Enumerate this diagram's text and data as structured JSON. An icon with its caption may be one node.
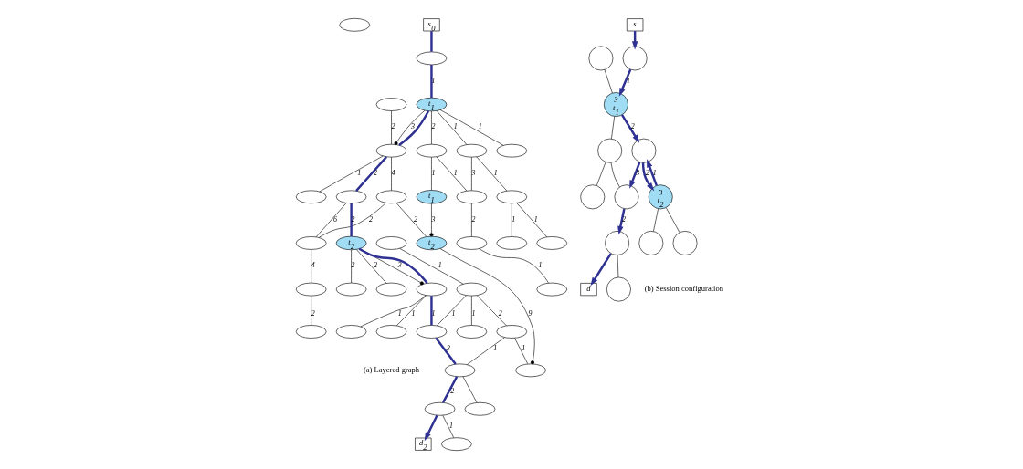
{
  "diagram": {
    "nodes": [
      {
        "text": [
          "s$_{0}$"
        ]
      },
      {
        "text": [],
        "shape": "ellipse"
      },
      {
        "text": [
          "t$_{1}$"
        ]
      },
      {
        "text": [],
        "shape": "ellipse"
      },
      {
        "text": [],
        "shape": "ellipse"
      },
      {
        "text": [
          "t$_{1}$"
        ]
      },
      {
        "text": [],
        "shape": "ellipse"
      },
      {
        "text": [],
        "shape": "ellipse"
      },
      {
        "text": [],
        "shape": "ellipse"
      },
      {
        "text": [],
        "shape": "ellipse"
      },
      {
        "text": [],
        "shape": "ellipse"
      },
      {
        "text": [],
        "shape": "ellipse"
      },
      {
        "text": [],
        "shape": "ellipse"
      },
      {
        "text": [],
        "shape": "ellipse"
      },
      {
        "text": [],
        "shape": "ellipse"
      },
      {
        "text": [
          "t$_{2}$"
        ]
      },
      {
        "text": [],
        "shape": "ellipse"
      },
      {
        "text": [],
        "shape": "ellipse"
      },
      {
        "text": [],
        "shape": "ellipse"
      },
      {
        "text": [],
        "shape": "ellipse"
      },
      {
        "text": [],
        "shape": "ellipse"
      },
      {
        "text": [
          "t$_{2}$"
        ]
      },
      {
        "text": [],
        "shape": "ellipse"
      },
      {
        "text": [],
        "shape": "ellipse"
      },
      {
        "text": [],
        "shape": "ellipse"
      },
      {
        "text": [],
        "shape": "ellipse"
      },
      {
        "text": [],
        "shape": "ellipse"
      },
      {
        "text": [],
        "shape": "ellipse"
      },
      {
        "text": [],
        "shape": "ellipse"
      },
      {
        "text": [],
        "shape": "ellipse"
      },
      {
        "text": [],
        "shape": "ellipse"
      },
      {
        "text": [],
        "shape": "ellipse"
      },
      {
        "text": [],
        "shape": "ellipse"
      },
      {
        "text": [
          "d$_{2}$"
        ]
      },
      {
        "text": [],
        "shape": "ellipse"
      },
      {
        "text": [],
        "shape": "ellipse"
      },
      {
        "text": [],
        "shape": "ellipse"
      },
      {
        "text": [],
        "shape": "ellipse"
      },
      {
        "text": [],
        "shape": "ellipse"
      },
      {
        "text": [],
        "shape": "ellipse"
      },
      {
        "text": [
          "s"
        ]
      },
      {
        "text": [],
        "shape": "circle"
      },
      {
        "text": [],
        "shape": "circle"
      },
      {
        "text": [],
        "shape": "circle"
      },
      {
        "text": [],
        "shape": "circle"
      },
      {
        "text": [
          "3",
          "t$_{1}$"
        ]
      },
      {
        "text": [],
        "shape": "circle"
      },
      {
        "text": [],
        "shape": "circle"
      },
      {
        "text": [],
        "shape": "circle"
      },
      {
        "text": [
          "d"
        ]
      },
      {
        "text": [
          "3",
          "t$_{2}$"
        ]
      },
      {
        "text": [],
        "shape": "circle"
      },
      {
        "text": [],
        "shape": "circle"
      },
      {
        "text": [],
        "shape": "circle"
      }
    ],
    "edges": [
      {
        "from": 0,
        "to": 4,
        "arrow": "none",
        "style": "thick",
        "color": "#2e3192"
      },
      {
        "from": 4,
        "to": 5,
        "arrow": "none",
        "label": "1",
        "style": "thick",
        "color": "#2e3192"
      },
      {
        "from": 5,
        "to": 1,
        "arrow": "none",
        "label": "1"
      },
      {
        "from": 5,
        "to": 3,
        "arrow": "none",
        "label": "2"
      },
      {
        "from": 5,
        "to": 6,
        "arrow": "none",
        "label": "1"
      },
      {
        "from": 3,
        "to": 2,
        "arrow": "none",
        "label": "1"
      },
      {
        "from": 3,
        "to": 7,
        "arrow": "none",
        "label": "1"
      },
      {
        "from": 6,
        "to": 7,
        "arrow": "none",
        "label": "3"
      },
      {
        "from": 6,
        "to": 9,
        "arrow": "none",
        "label": "1"
      },
      {
        "from": 9,
        "to": 11,
        "arrow": "none",
        "label": "1"
      },
      {
        "from": 9,
        "to": 12,
        "arrow": "none",
        "label": "1"
      },
      {
        "from": 7,
        "to": 8,
        "arrow": "none",
        "label": "2"
      },
      {
        "from": 8,
        "to": 10,
        "arrow": "none",
        "label": "1"
      },
      {
        "from": 5,
        "to": 17,
        "arrow": "other",
        "label": "3"
      },
      {
        "from": 5,
        "to": 17,
        "arrow": "none",
        "style": "thick",
        "color": "#2e3192"
      },
      {
        "from": 2,
        "to": 15,
        "arrow": "other",
        "label": "3"
      },
      {
        "from": 16,
        "to": 17,
        "arrow": "none",
        "label": "2"
      },
      {
        "from": 17,
        "to": 13,
        "arrow": "none",
        "label": "1"
      },
      {
        "from": 17,
        "to": 14,
        "arrow": "none",
        "label": "4"
      },
      {
        "from": 17,
        "to": 18,
        "arrow": "none",
        "label": "2",
        "style": "thick",
        "color": "#2e3192"
      },
      {
        "from": 14,
        "to": 15,
        "arrow": "none",
        "label": "2"
      },
      {
        "from": 14,
        "to": 19,
        "arrow": "none",
        "label": "2"
      },
      {
        "from": 18,
        "to": 19,
        "arrow": "none",
        "label": "6"
      },
      {
        "from": 18,
        "to": 21,
        "arrow": "none",
        "label": "2",
        "style": "thick",
        "color": "#2e3192"
      },
      {
        "from": 21,
        "to": 23,
        "arrow": "none",
        "label": "2"
      },
      {
        "from": 21,
        "to": 24,
        "arrow": "none",
        "label": "2"
      },
      {
        "from": 19,
        "to": 20,
        "arrow": "none",
        "label": "4"
      },
      {
        "from": 20,
        "to": 22,
        "arrow": "none",
        "label": "2"
      },
      {
        "from": 15,
        "to": 27,
        "arrow": "other",
        "label": "9"
      },
      {
        "from": 21,
        "to": 34,
        "arrow": "other",
        "label": "3"
      },
      {
        "from": 21,
        "to": 34,
        "arrow": "none",
        "style": "thick",
        "color": "#2e3192"
      },
      {
        "from": 28,
        "to": 29,
        "arrow": "none",
        "label": "1"
      },
      {
        "from": 29,
        "to": 25,
        "arrow": "none",
        "label": "1"
      },
      {
        "from": 29,
        "to": 26,
        "arrow": "none",
        "label": "2"
      },
      {
        "from": 29,
        "to": 30,
        "arrow": "none",
        "label": "1"
      },
      {
        "from": 34,
        "to": 30,
        "arrow": "none",
        "label": "1",
        "style": "thick",
        "color": "#2e3192"
      },
      {
        "from": 26,
        "to": 27,
        "arrow": "none",
        "label": "1"
      },
      {
        "from": 26,
        "to": 31,
        "arrow": "none",
        "label": "1"
      },
      {
        "from": 30,
        "to": 31,
        "arrow": "none",
        "label": "3",
        "style": "thick",
        "color": "#2e3192"
      },
      {
        "from": 34,
        "to": 38,
        "arrow": "none",
        "label": "1"
      },
      {
        "from": 34,
        "to": 39,
        "arrow": "none",
        "label": "1"
      },
      {
        "from": 31,
        "to": 32,
        "arrow": "none",
        "label": "2",
        "style": "thick",
        "color": "#2e3192"
      },
      {
        "from": 31,
        "to": 36,
        "arrow": "none"
      },
      {
        "from": 32,
        "to": 37,
        "arrow": "none",
        "label": "1"
      },
      {
        "from": 32,
        "to": 33,
        "arrow": "to",
        "style": "thick",
        "color": "#2e3192"
      },
      {
        "from": 40,
        "to": 44,
        "arrow": "to",
        "style": "thick",
        "color": "#2e3192"
      },
      {
        "from": 44,
        "to": 45,
        "arrow": "to",
        "label": "1",
        "style": "thick",
        "color": "#2e3192"
      },
      {
        "from": 41,
        "to": 45,
        "arrow": "none"
      },
      {
        "from": 45,
        "to": 42,
        "arrow": "none"
      },
      {
        "from": 42,
        "to": 43,
        "arrow": "none"
      },
      {
        "from": 42,
        "to": 47,
        "arrow": "none"
      },
      {
        "from": 45,
        "to": 46,
        "arrow": "to",
        "label": "2",
        "style": "thick",
        "color": "#2e3192"
      },
      {
        "from": 46,
        "to": 50,
        "arrow": "to",
        "label": "2",
        "style": "thick",
        "color": "#2e3192"
      },
      {
        "from": 50,
        "to": 46,
        "arrow": "to",
        "label": "1",
        "style": "thick",
        "color": "#2e3192"
      },
      {
        "from": 46,
        "to": 47,
        "arrow": "to",
        "label": "3",
        "style": "thick",
        "color": "#2e3192"
      },
      {
        "from": 47,
        "to": 48,
        "arrow": "to",
        "label": "2",
        "style": "thick",
        "color": "#2e3192"
      },
      {
        "from": 48,
        "to": 49,
        "arrow": "to",
        "style": "thick",
        "color": "#2e3192"
      },
      {
        "from": 48,
        "to": 51,
        "arrow": "none"
      },
      {
        "from": 50,
        "to": 52,
        "arrow": "none"
      },
      {
        "from": 50,
        "to": 53,
        "arrow": "none"
      }
    ],
    "labels": [
      "(a) Layered graph",
      "(b) Session configuration"
    ]
  }
}
